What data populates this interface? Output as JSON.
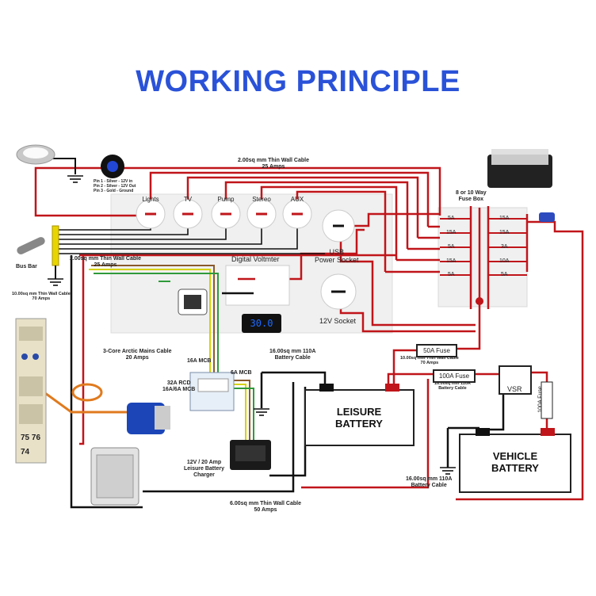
{
  "title": "WORKING PRINCIPLE",
  "labels": {
    "top_cable": "2.00sq mm Thin Wall Cable\n25 Amps",
    "switch_pinout": "Pin 1 - Silver - 12V in\nPin 2 - Silver - 12V Out\nPin 3 - Gold - Ground",
    "fuse_box": "8 or 10 Way\nFuse Box",
    "bus_bar": "Bus Bar",
    "bus_cable": "2.00sq mm Thin Wall Cable\n25 Amps",
    "ground_cable": "10.00sq mm Thin Wall Cable\n70 Amps",
    "digital_voltmeter": "Digital Voltmter",
    "usb_socket": "USB\nPower Socket",
    "socket_12v": "12V Socket",
    "mains_cable": "3-Core Arctic Mains Cable\n20 Amps",
    "mcb_16a": "16A MCB",
    "mcb_6a": "6A MCB",
    "rcd": "32A RCD\n16A/6A MCB",
    "leisure_cable": "16.00sq mm 110A\nBattery Cable",
    "fuse_50a": "50A Fuse",
    "cable_70a_top": "10.00sq mm Thin Wall Cable\n70 Amps",
    "fuse_100a": "100A Fuse",
    "cable_110a_mid": "16.00sq mm 110A\nBattery Cable",
    "vsr": "VSR",
    "fuse_100a_vertical": "100A Fuse",
    "leisure_battery": "LEISURE\nBATTERY",
    "vehicle_battery": "VEHICLE\nBATTERY",
    "charger": "12V / 20 Amp\nLeisure Battery\nCharger",
    "bottom_right_cable": "16.00sq mm 110A\nBattery Cable",
    "bottom_cable": "6.00sq mm Thin Wall Cable\n50 Amps",
    "voltmeter_reading": "30.0",
    "hookup_numbers_1": "75 76",
    "hookup_numbers_2": "74"
  },
  "switches": [
    "Lights",
    "TV",
    "Pump",
    "Stereo",
    "AUX"
  ],
  "fuses": {
    "left": [
      "5A",
      "15A",
      "5A",
      "15A",
      "5A"
    ],
    "right": [
      "15A",
      "15A",
      "3A",
      "10A",
      "5A"
    ]
  },
  "colors": {
    "title": "#2a52d8",
    "positive": "#c0151a",
    "negative": "#111111",
    "mains_live": "#8b5a2b",
    "mains_earth": "#d7d200",
    "mains_neutral": "#2e9a3a",
    "hookup": "#e07a1e"
  }
}
